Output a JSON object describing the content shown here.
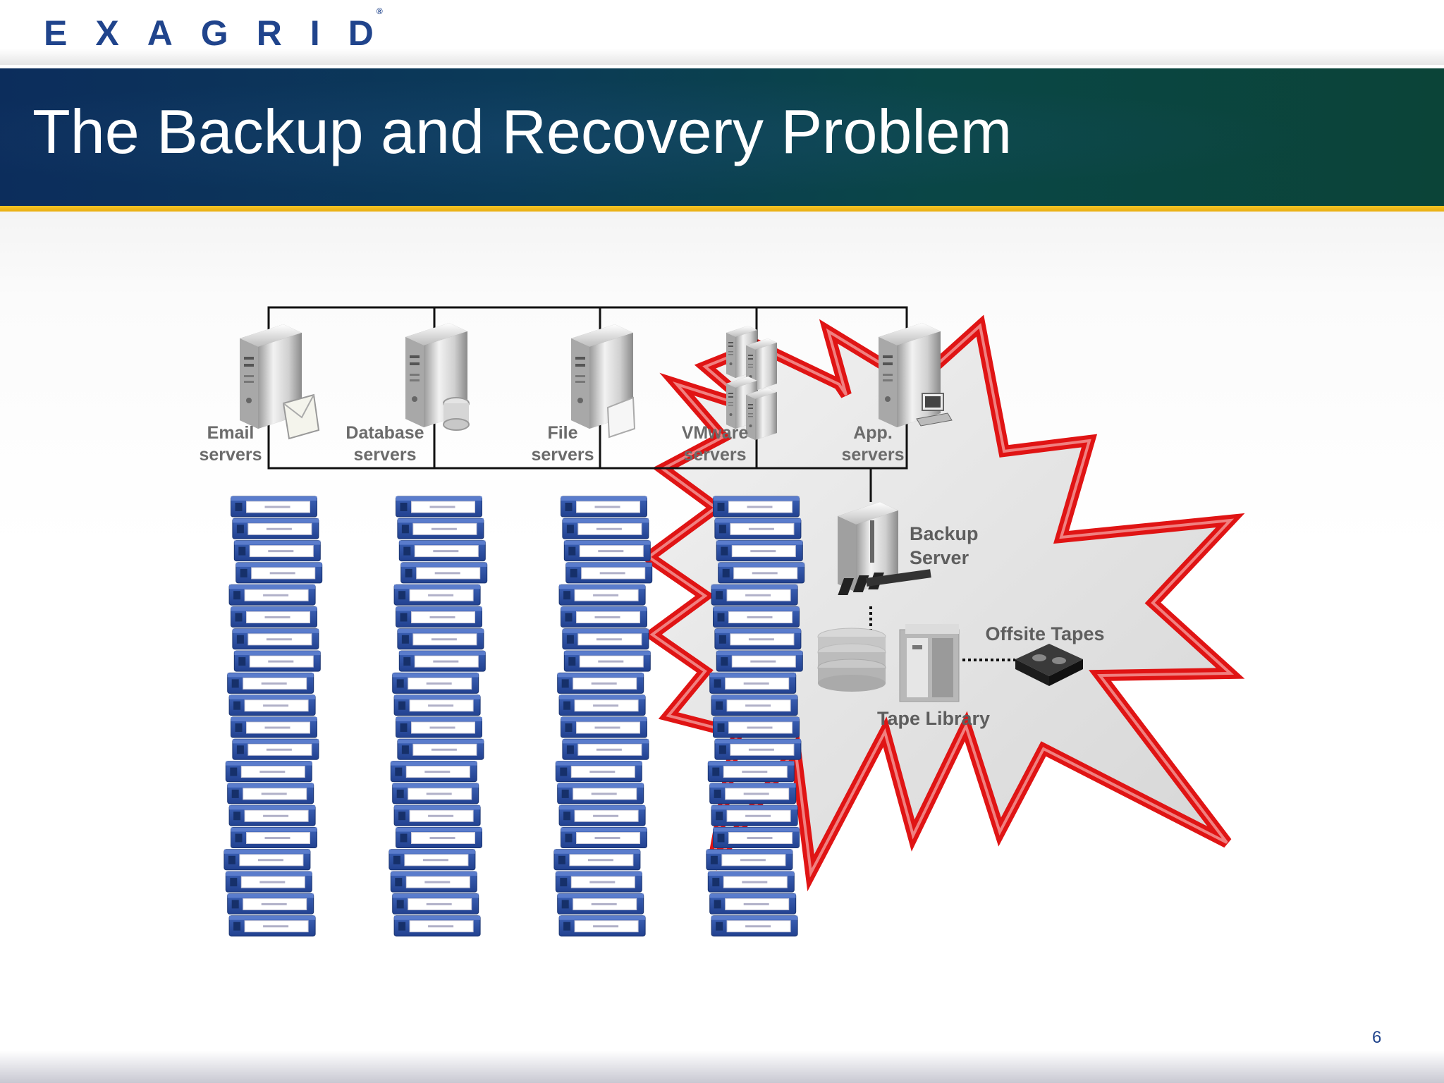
{
  "header": {
    "logo_text": "EXAGRID",
    "logo_mark": "®",
    "brand_color": "#20448c",
    "title": "The Backup and Recovery Problem",
    "accent_color": "#f2b81c"
  },
  "diagram": {
    "servers": [
      {
        "line1": "Email",
        "line2": "servers",
        "icon": "email-server-icon"
      },
      {
        "line1": "Database",
        "line2": "servers",
        "icon": "database-server-icon"
      },
      {
        "line1": "File",
        "line2": "servers",
        "icon": "file-server-icon"
      },
      {
        "line1": "VMware",
        "line2": "servers",
        "icon": "vmware-server-icon"
      },
      {
        "line1": "App.",
        "line2": "servers",
        "icon": "app-server-icon"
      }
    ],
    "backup_server": {
      "line1": "Backup",
      "line2": "Server"
    },
    "tape_library": "Tape Library",
    "offsite_tapes": "Offsite Tapes",
    "tape_stack_count": 4,
    "burst_color": "#e01414"
  },
  "footer": {
    "page_number": "6"
  }
}
